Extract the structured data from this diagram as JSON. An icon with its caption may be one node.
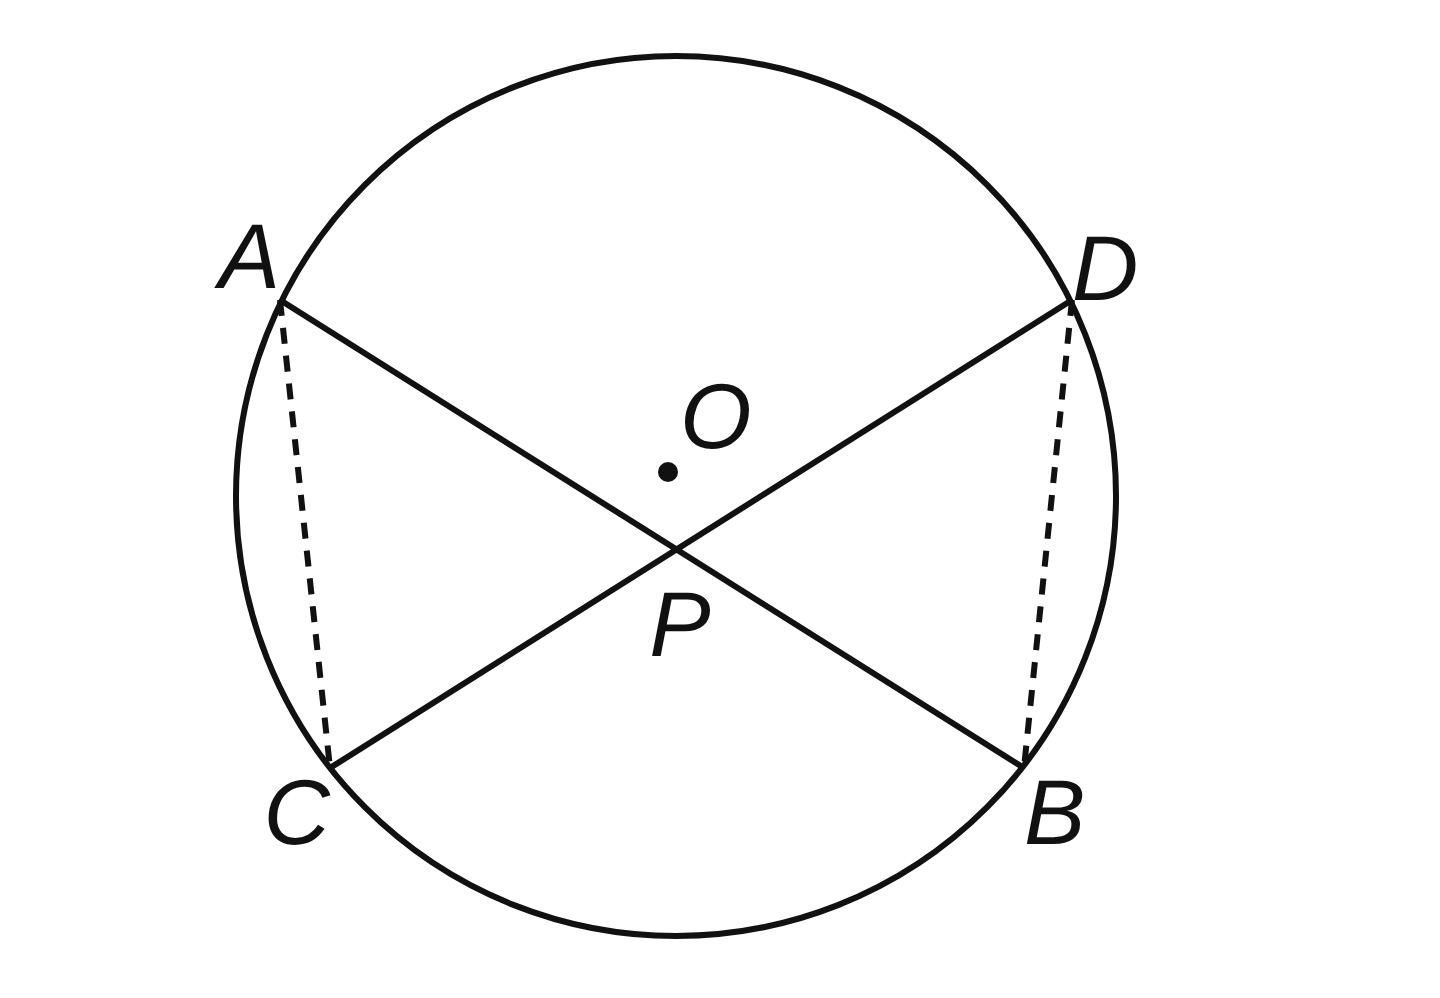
{
  "diagram": {
    "nodes": [
      {
        "text": [],
        "shape": "circle"
      },
      {
        "text": [
          "A"
        ]
      },
      {
        "text": [
          "D"
        ]
      },
      {
        "text": [
          "O"
        ],
        "in": 0
      },
      {
        "text": [
          "P"
        ],
        "in": 0
      },
      {
        "text": [
          "C"
        ]
      },
      {
        "text": [
          "B"
        ]
      }
    ],
    "edges": [
      {
        "from": 1,
        "to": 6,
        "arrow": "none"
      },
      {
        "from": 5,
        "to": 2,
        "arrow": "none"
      },
      {
        "from": 1,
        "to": 5,
        "arrow": "none",
        "style": "dashed"
      },
      {
        "from": 2,
        "to": 6,
        "arrow": "none",
        "style": "dashed"
      }
    ]
  }
}
